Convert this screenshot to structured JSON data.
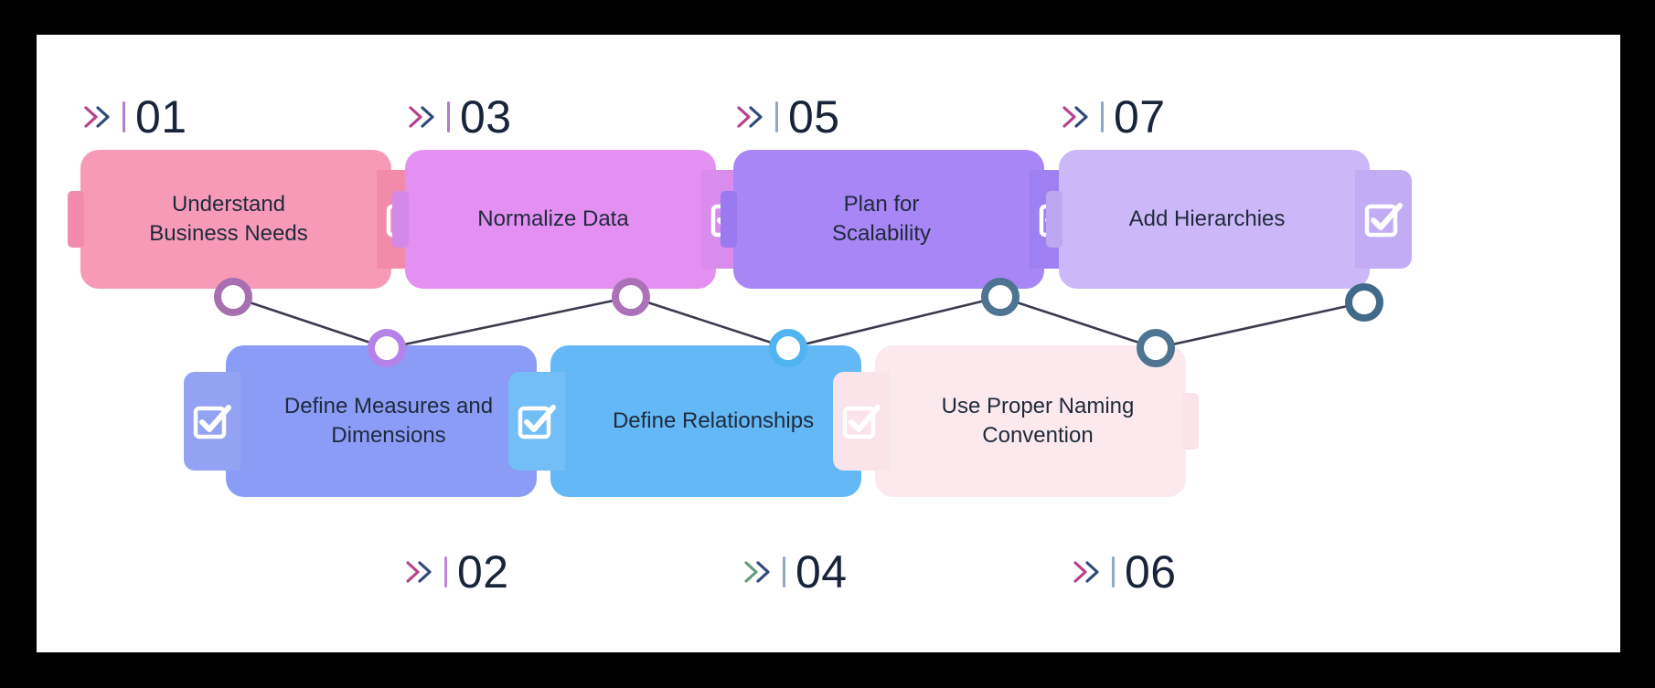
{
  "diagram": {
    "title_present": false,
    "background": "#ffffff",
    "frame_color": "#000000",
    "connector_line_color": "#3b3b4d",
    "node_fill": "#ffffff",
    "steps": [
      {
        "number": "01",
        "label": "Understand\nBusiness Needs",
        "row": "top",
        "card_color": "#f79ab8",
        "tab_color": "#f28aab",
        "icon_tab_color": "#f28aab",
        "node_color": "#a86fb0",
        "chevron_color_1": "#b8418a",
        "chevron_color_2": "#2f4a7a",
        "rule_color": "#b07ec8",
        "icon": "checkbox-checked-icon",
        "icon_side": "right"
      },
      {
        "number": "02",
        "label": "Define Measures and\nDimensions",
        "row": "bottom",
        "card_color": "#8b9cf7",
        "tab_color": "#94a3f5",
        "icon_tab_color": "#93a2f3",
        "node_color": "#b482e8",
        "chevron_color_1": "#b8418a",
        "chevron_color_2": "#2f4a7a",
        "rule_color": "#c08ad4",
        "icon": "checkbox-checked-icon",
        "icon_side": "left"
      },
      {
        "number": "03",
        "label": "Normalize Data",
        "row": "top",
        "card_color": "#e490f3",
        "tab_color": "#d488e8",
        "icon_tab_color": "#d98cec",
        "node_color": "#ab72b8",
        "chevron_color_1": "#b8418a",
        "chevron_color_2": "#2f4a7a",
        "rule_color": "#b07ec8",
        "icon": "checkbox-checked-icon",
        "icon_side": "right"
      },
      {
        "number": "04",
        "label": "Define Relationships",
        "row": "bottom",
        "card_color": "#63b8f5",
        "tab_color": "#79c2f6",
        "icon_tab_color": "#73bef6",
        "node_color": "#4fb4f0",
        "chevron_color_1": "#5f9e79",
        "chevron_color_2": "#2f4a7a",
        "rule_color": "#8fa8c4",
        "icon": "checkbox-checked-icon",
        "icon_side": "left"
      },
      {
        "number": "05",
        "label": "Plan for\nScalability",
        "row": "top",
        "card_color": "#a886f5",
        "tab_color": "#9a7af0",
        "icon_tab_color": "#9f80f2",
        "node_color": "#4d7491",
        "chevron_color_1": "#b8418a",
        "chevron_color_2": "#2f4a7a",
        "rule_color": "#8fa8c4",
        "icon": "checkbox-checked-icon",
        "icon_side": "right"
      },
      {
        "number": "06",
        "label": "Use Proper Naming\nConvention",
        "row": "bottom",
        "card_color": "#fbe9ee",
        "tab_color": "#fbe3ea",
        "icon_tab_color": "#fbe3ea",
        "node_color": "#4d7491",
        "chevron_color_1": "#b8418a",
        "chevron_color_2": "#2f4a7a",
        "rule_color": "#8fa8c4",
        "icon": "checkbox-checked-icon",
        "icon_side": "left"
      },
      {
        "number": "07",
        "label": "Add Hierarchies",
        "row": "top",
        "card_color": "#ccb7f8",
        "tab_color": "#bda6f2",
        "icon_tab_color": "#c2adf5",
        "node_color": "#41698a",
        "chevron_color_1": "#b8418a",
        "chevron_color_2": "#2f4a7a",
        "rule_color": "#8fa8c4",
        "icon": "checkbox-checked-icon",
        "icon_side": "right"
      }
    ]
  }
}
